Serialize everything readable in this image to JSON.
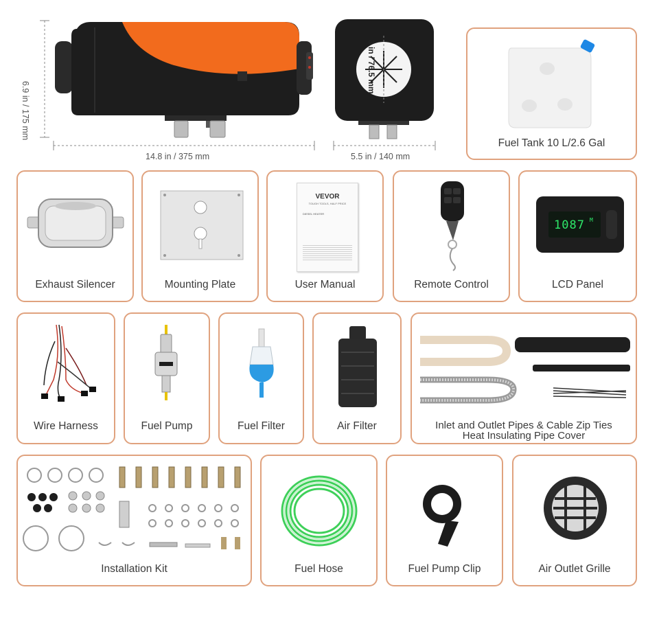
{
  "heater": {
    "height_label": "6.9 in / 175 mm",
    "length_label": "14.8 in / 375 mm",
    "width_label": "5.5 in / 140 mm",
    "outlet_label": "3 in / 76.5 mm"
  },
  "tank": {
    "label": "Fuel Tank 10 L/2.6 Gal"
  },
  "row1": [
    {
      "label": "Exhaust Silencer"
    },
    {
      "label": "Mounting Plate"
    },
    {
      "label": "User Manual"
    },
    {
      "label": "Remote Control"
    },
    {
      "label": "LCD Panel"
    }
  ],
  "manual": {
    "brand": "VEVOR",
    "tagline": "TOUGH TOOLS, HALF PRICE",
    "title": "DIESEL HEATER"
  },
  "lcd": {
    "reading": "1087",
    "unit": "M"
  },
  "row2": [
    {
      "label": "Wire Harness"
    },
    {
      "label": "Fuel Pump"
    },
    {
      "label": "Fuel Filter"
    },
    {
      "label": "Air Filter"
    },
    {
      "label": "Inlet and Outlet Pipes & Cable Zip Ties",
      "label2": "Heat Insulating Pipe Cover"
    }
  ],
  "row3": [
    {
      "label": "Installation Kit"
    },
    {
      "label": "Fuel Hose"
    },
    {
      "label": "Fuel Pump Clip"
    },
    {
      "label": "Air Outlet Grille"
    }
  ],
  "colors": {
    "border": "#e0a27e",
    "heater_orange": "#f26b1d",
    "body_black": "#1d1d1d"
  }
}
